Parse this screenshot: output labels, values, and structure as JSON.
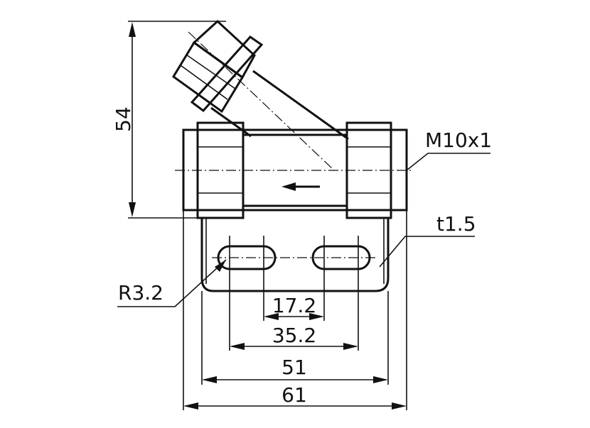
{
  "labels": {
    "height_dim": "54",
    "thread": "M10x1",
    "thickness": "t1.5",
    "radius": "R3.2",
    "slot_spacing": "17.2",
    "slot_outer": "35.2",
    "bracket_width": "51",
    "overall_width": "61"
  },
  "colors": {
    "line": "#111111",
    "background": "#ffffff"
  }
}
